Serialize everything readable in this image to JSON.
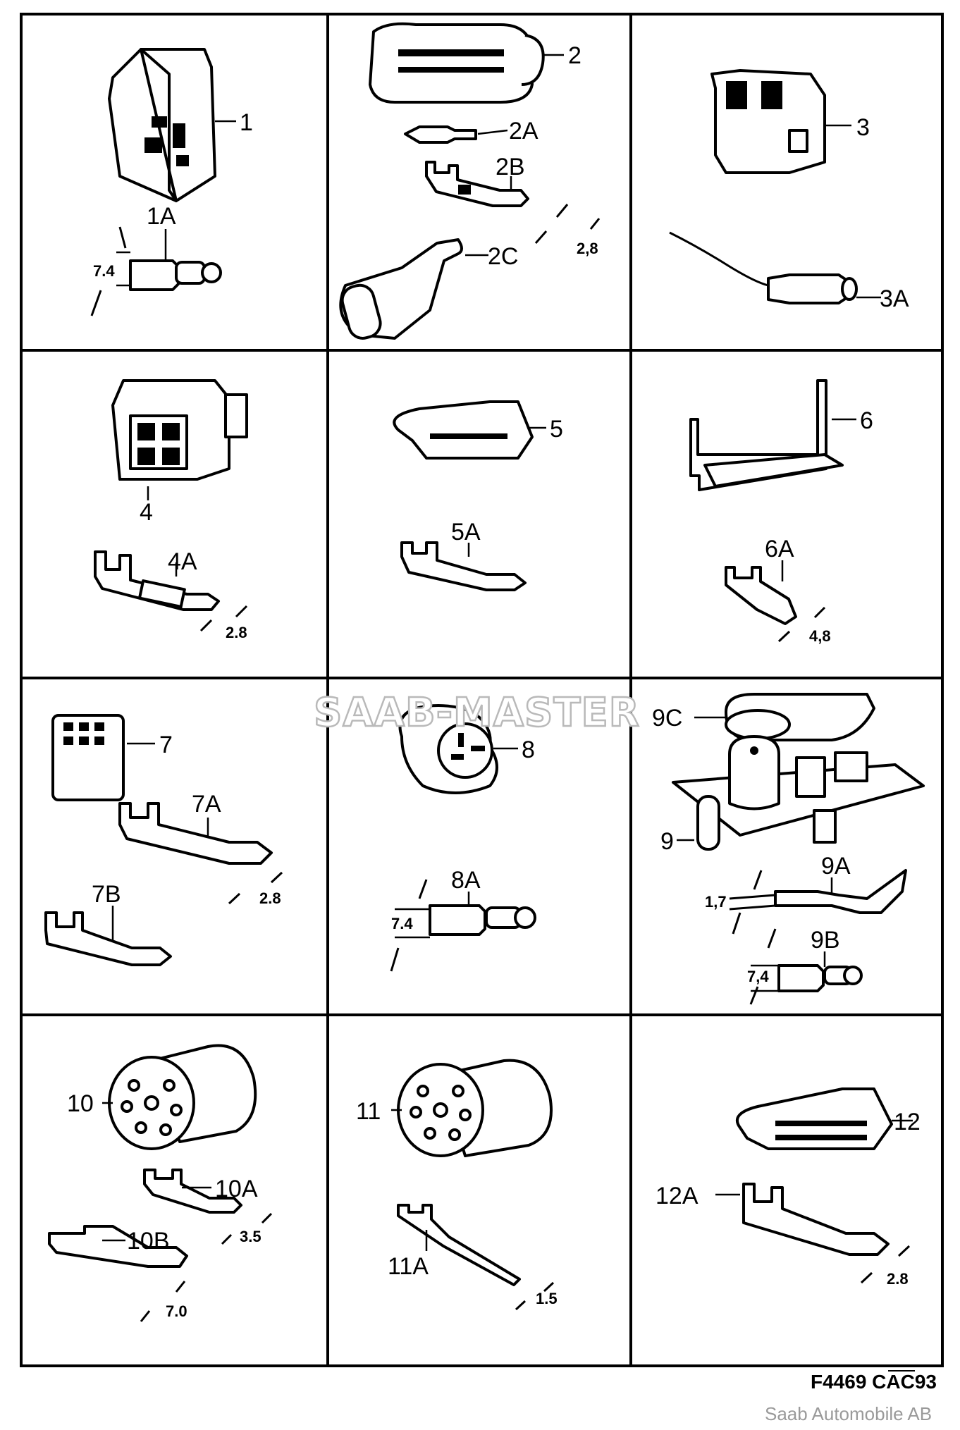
{
  "labels": {
    "p1": "1",
    "p1a": "1A",
    "p2": "2",
    "p2a": "2A",
    "p2b": "2B",
    "p2c": "2C",
    "p3": "3",
    "p3a": "3A",
    "p4": "4",
    "p4a": "4A",
    "p5": "5",
    "p5a": "5A",
    "p6": "6",
    "p6a": "6A",
    "p7": "7",
    "p7a": "7A",
    "p7b": "7B",
    "p8": "8",
    "p8a": "8A",
    "p9": "9",
    "p9a": "9A",
    "p9b": "9B",
    "p9c": "9C",
    "p10": "10",
    "p10a": "10A",
    "p10b": "10B",
    "p11": "11",
    "p11a": "11A",
    "p12": "12",
    "p12a": "12A"
  },
  "dimensions": {
    "d1a": "7.4",
    "d2b": "2,8",
    "d4a": "2.8",
    "d6a": "4,8",
    "d7a": "2.8",
    "d8a": "7.4",
    "d9a": "1,7",
    "d9b": "7,4",
    "d10a": "3.5",
    "d10b": "7.0",
    "d11a": "1.5",
    "d12a": "2.8"
  },
  "watermark": "SAAB-MASTER",
  "figure_code": "F4469 CAC93",
  "copyright": "Saab Automobile AB"
}
